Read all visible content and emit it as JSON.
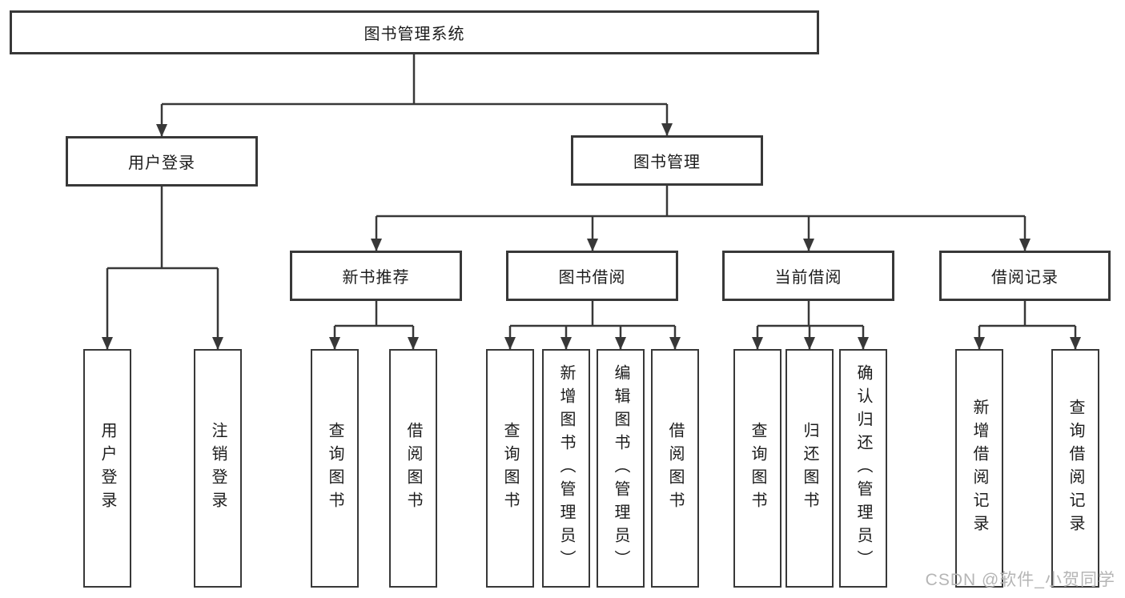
{
  "diagram_title": "图书管理系统",
  "tree": {
    "label": "图书管理系统",
    "children": [
      {
        "label": "用户登录",
        "children": [
          {
            "label": "用户登录"
          },
          {
            "label": "注销登录"
          }
        ]
      },
      {
        "label": "图书管理",
        "children": [
          {
            "label": "新书推荐",
            "children": [
              {
                "label": "查询图书"
              },
              {
                "label": "借阅图书"
              }
            ]
          },
          {
            "label": "图书借阅",
            "children": [
              {
                "label": "查询图书"
              },
              {
                "label": "新增图书（管理员）"
              },
              {
                "label": "编辑图书（管理员）"
              },
              {
                "label": "借阅图书"
              }
            ]
          },
          {
            "label": "当前借阅",
            "children": [
              {
                "label": "查询图书"
              },
              {
                "label": "归还图书"
              },
              {
                "label": "确认归还（管理员）"
              }
            ]
          },
          {
            "label": "借阅记录",
            "children": [
              {
                "label": "新增借阅记录"
              },
              {
                "label": "查询借阅记录"
              }
            ]
          }
        ]
      }
    ]
  },
  "watermark": {
    "text": "CSDN @软件_小贺同学"
  },
  "colors": {
    "line": "#383838",
    "box_border": "#383838",
    "text": "#1c1c1c",
    "watermark": "#b5b5b5",
    "background": "#ffffff"
  }
}
